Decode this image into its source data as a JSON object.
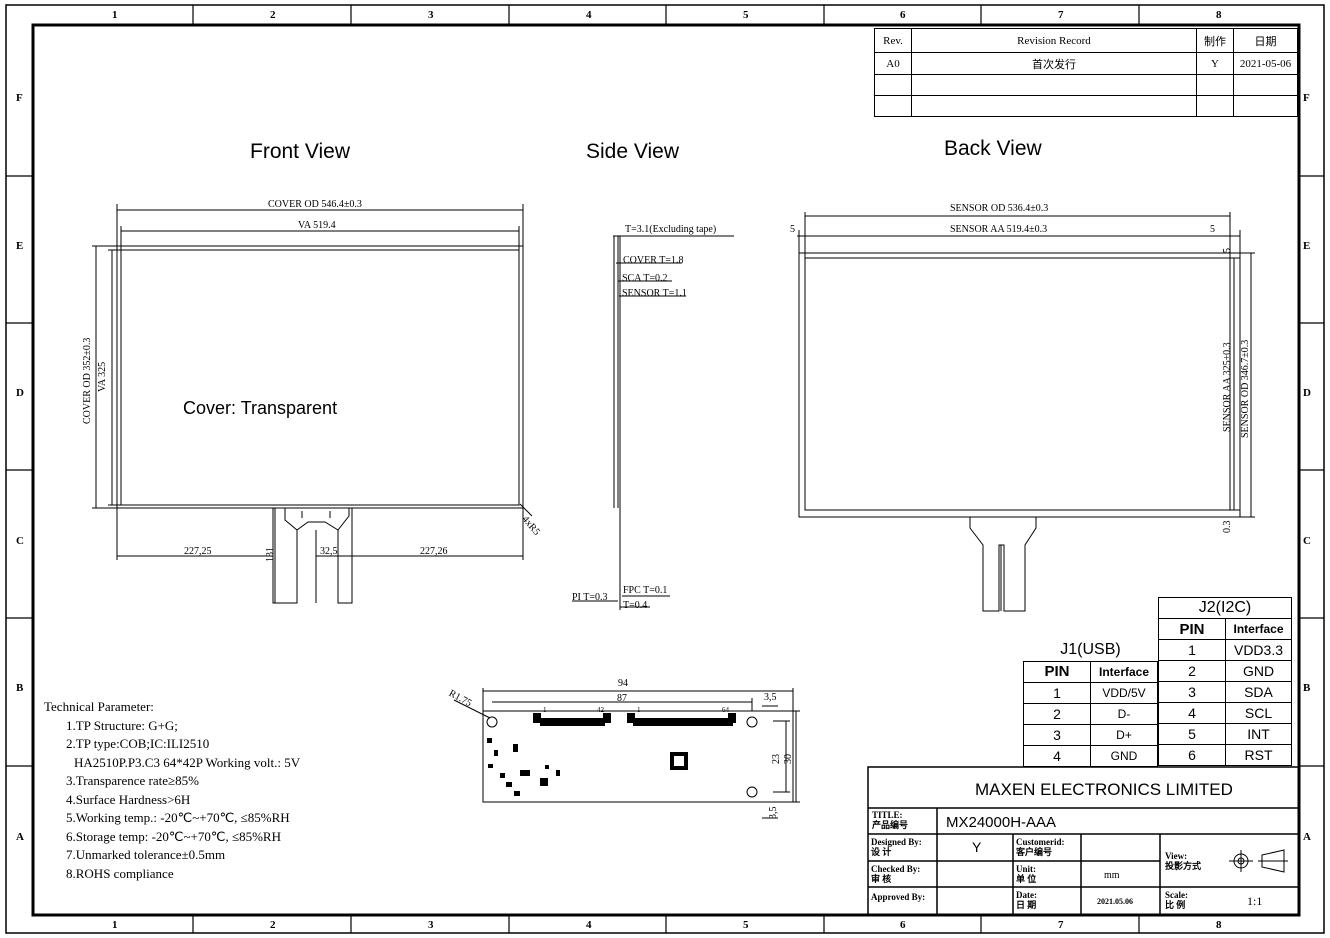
{
  "zones": {
    "columns": [
      "1",
      "2",
      "3",
      "4",
      "5",
      "6",
      "7",
      "8"
    ],
    "rows": [
      "F",
      "E",
      "D",
      "C",
      "B",
      "A"
    ]
  },
  "revision_table": {
    "headers": [
      "Rev.",
      "Revision  Record",
      "制作",
      "日期"
    ],
    "rows": [
      [
        "A0",
        "首次发行",
        "Y",
        "2021-05-06"
      ],
      [
        "",
        "",
        "",
        ""
      ],
      [
        "",
        "",
        "",
        ""
      ]
    ]
  },
  "views": {
    "front": {
      "title": "Front View",
      "cover_od": "COVER OD 546.4±0.3",
      "va": "VA 519.4",
      "cover_od_h": "COVER OD 352±0.3",
      "va_h": "VA 325",
      "cover_label": "Cover: Transparent",
      "corner": "4xR5",
      "left_dim": "227,25",
      "tail_h": "131",
      "tail_w": "32,5",
      "right_dim": "227,26"
    },
    "side": {
      "title": "Side View",
      "t_total": "T=3.1(Excluding tape)",
      "cover_t": "COVER T=1.8",
      "sca_t": "SCA T=0.2",
      "sensor_t": "SENSOR T=1.1",
      "fpc_t": "FPC T=0.1",
      "pi_t": "PI T=0.3",
      "t2": "T=0.4"
    },
    "back": {
      "title": "Back View",
      "sensor_od": "SENSOR OD 536.4±0.3",
      "sensor_aa": "SENSOR AA 519.4±0.3",
      "left5": "5",
      "right5": "5",
      "top5": "5",
      "sensor_aa_h": "SENSOR AA 325±0.3",
      "sensor_od_h": "SENSOR OD 346.7±0.3",
      "bottom03": "0.3"
    }
  },
  "pcb": {
    "w94": "94",
    "w87": "87",
    "r175": "R1.75",
    "d35a": "3,5",
    "h23": "23",
    "h30": "30",
    "d35b": "3,5",
    "conn1": "1",
    "conn42": "42",
    "conn1b": "1",
    "conn64": "64"
  },
  "j1": {
    "title": "J1(USB)",
    "headers": [
      "PIN",
      "Interface"
    ],
    "rows": [
      [
        "1",
        "VDD/5V"
      ],
      [
        "2",
        "D-"
      ],
      [
        "3",
        "D+"
      ],
      [
        "4",
        "GND"
      ]
    ]
  },
  "j2": {
    "title": "J2(I2C)",
    "headers": [
      "PIN",
      "Interface"
    ],
    "rows": [
      [
        "1",
        "VDD3.3"
      ],
      [
        "2",
        "GND"
      ],
      [
        "3",
        "SDA"
      ],
      [
        "4",
        "SCL"
      ],
      [
        "5",
        "INT"
      ],
      [
        "6",
        "RST"
      ]
    ]
  },
  "tech": {
    "heading": "Technical Parameter:",
    "lines": [
      "1.TP Structure: G+G;",
      "2.TP type:COB;IC:ILI2510",
      "HA2510P.P3.C3 64*42P Working volt.: 5V",
      "3.Transparence rate≥85%",
      "4.Surface Hardness>6H",
      "5.Working temp.: -20℃~+70℃, ≤85%RH",
      "6.Storage temp: -20℃~+70℃, ≤85%RH",
      "7.Unmarked tolerance±0.5mm",
      "8.ROHS compliance"
    ]
  },
  "title_block": {
    "company": "MAXEN ELECTRONICS LIMITED",
    "title_label": "TITLE:",
    "title_label_cn": "产品编号",
    "title_value": "MX24000H-AAA",
    "designed_label": "Designed By:",
    "designed_cn": "设 计",
    "designed_value": "Y",
    "customerid_label": "Customerid:",
    "customerid_cn": "客户编号",
    "checked_label": "Checked By:",
    "checked_cn": "审 核",
    "unit_label": "Unit:",
    "unit_cn": "单 位",
    "unit_value": "mm",
    "approved_label": "Approved By:",
    "date_label": "Date:",
    "date_cn": "日 期",
    "date_value": "2021.05.06",
    "view_label": "View:",
    "view_cn": "投影方式",
    "scale_label": "Scale:",
    "scale_cn": "比 例",
    "scale_value": "1:1"
  }
}
